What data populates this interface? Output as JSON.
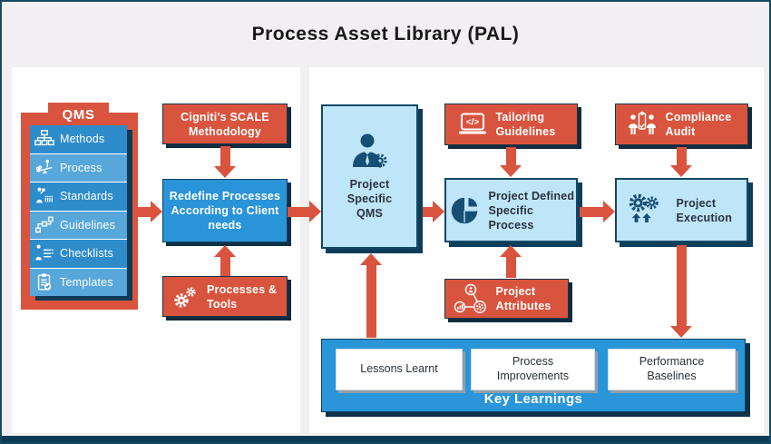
{
  "title": "Process Asset Library (PAL)",
  "qms": {
    "label": "QMS",
    "items": [
      {
        "icon": "sitemap-icon",
        "label": "Methods"
      },
      {
        "icon": "balance-icon",
        "label": "Process"
      },
      {
        "icon": "standards-icon",
        "label": "Standards"
      },
      {
        "icon": "workflow-icon",
        "label": "Guidelines"
      },
      {
        "icon": "checklist-icon",
        "label": "Checklists"
      },
      {
        "icon": "template-icon",
        "label": "Templates"
      }
    ]
  },
  "flow": {
    "scale_methodology": {
      "label": "Cigniti's SCALE Methodology"
    },
    "redefine": {
      "label": "Redefine Processes According to Client needs"
    },
    "processes_tools": {
      "label": "Processes & Tools",
      "icon": "gears-icon"
    },
    "project_specific_qms": {
      "label": "Project Specific QMS",
      "icon": "person-gear-icon"
    },
    "tailoring_guidelines": {
      "label": "Tailoring Guidelines",
      "icon": "laptop-code-icon"
    },
    "compliance_audit": {
      "label": "Compliance Audit",
      "icon": "people-audit-icon"
    },
    "project_defined": {
      "label": "Project Defined Specific Process",
      "icon": "pie-chart-icon"
    },
    "project_execution": {
      "label": "Project Execution",
      "icon": "gears-up-icon"
    },
    "project_attributes": {
      "label": "Project Attributes",
      "icon": "attributes-network-icon"
    }
  },
  "key_learnings": {
    "label": "Key Learnings",
    "items": [
      {
        "label": "Lessons Learnt"
      },
      {
        "label": "Process Improvements"
      },
      {
        "label": "Performance Baselines"
      }
    ]
  },
  "icon_glyphs": {
    "code": "</>"
  },
  "colors": {
    "red": "#D9543E",
    "blue": "#2994D7",
    "light_blue": "#BFE5F8",
    "navy": "#0E3D59",
    "row_blue_dark": "#2E8CCB",
    "row_blue_light": "#57A7DA",
    "background": "#F1EFF1",
    "panel": "#FFFFFF",
    "icon_navy": "#174F74"
  }
}
